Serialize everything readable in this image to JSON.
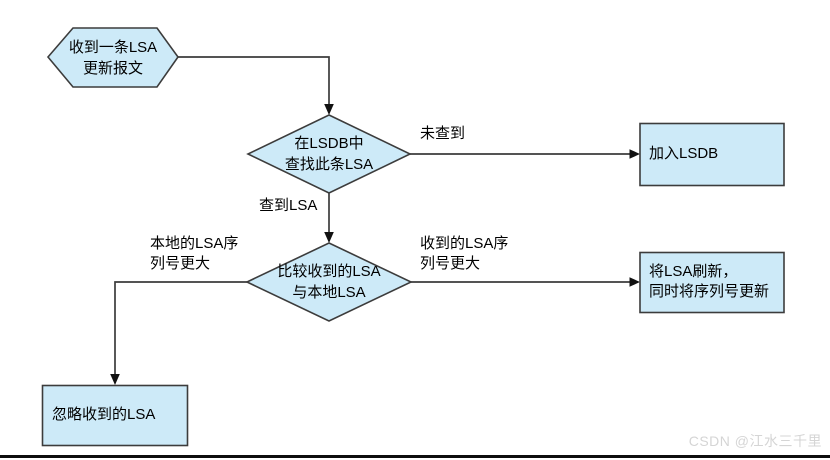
{
  "diagram": {
    "title_hint": "LSA update processing flowchart",
    "nodes": {
      "start": {
        "label": "收到一条LSA\n更新报文",
        "shape": "hexagon"
      },
      "decision_lookup": {
        "label": "在LSDB中\n查找此条LSA",
        "shape": "diamond"
      },
      "add_lsdb": {
        "label": "加入LSDB",
        "shape": "rect"
      },
      "decision_compare": {
        "label": "比较收到的LSA\n与本地LSA",
        "shape": "diamond"
      },
      "refresh_lsa": {
        "label": "将LSA刷新，\n同时将序列号更新",
        "shape": "rect"
      },
      "ignore_lsa": {
        "label": "忽略收到的LSA",
        "shape": "rect"
      }
    },
    "edge_labels": {
      "not_found": "未查到",
      "found": "查到LSA",
      "received_seq_larger": "收到的LSA序\n列号更大",
      "local_seq_larger": "本地的LSA序\n列号更大"
    },
    "colors": {
      "node_fill": "#cdeaf8",
      "node_border": "#3c3c3c",
      "connector": "#3c3c3c",
      "arrowhead": "#111111",
      "text": "#000000",
      "watermark": "#d5d5d5",
      "bottom_rule": "#0d0d0d"
    }
  },
  "watermark": {
    "text": "CSDN @江水三千里"
  }
}
